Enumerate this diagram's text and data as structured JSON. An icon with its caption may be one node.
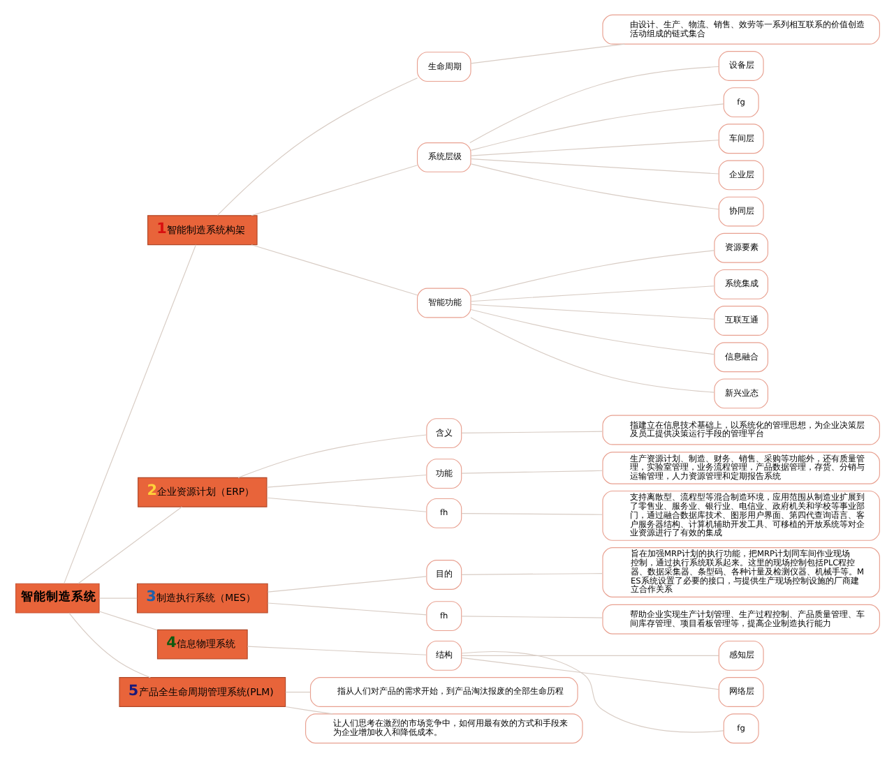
{
  "diagram": {
    "nodes": [
      {
        "text": [
          "智能制造系统"
        ]
      },
      {
        "text": [
          "1",
          "智能制造系统构架"
        ]
      },
      {
        "text": [
          "生命周期"
        ]
      },
      {
        "text": [
          "由设计、生产、物流、销售、效劳等一系列相互联系的价值创造活动组成的链式集合"
        ]
      },
      {
        "text": [
          "系统层级"
        ]
      },
      {
        "text": [
          "设备层"
        ]
      },
      {
        "text": [
          "fg"
        ]
      },
      {
        "text": [
          "车间层"
        ]
      },
      {
        "text": [
          "企业层"
        ]
      },
      {
        "text": [
          "协同层"
        ]
      },
      {
        "text": [
          "智能功能"
        ]
      },
      {
        "text": [
          "资源要素"
        ]
      },
      {
        "text": [
          "系统集成"
        ]
      },
      {
        "text": [
          "互联互通"
        ]
      },
      {
        "text": [
          "信息融合"
        ]
      },
      {
        "text": [
          "新兴业态"
        ]
      },
      {
        "text": [
          "2",
          "企业资源计划（ERP）"
        ]
      },
      {
        "text": [
          "含义"
        ]
      },
      {
        "text": [
          "指建立在信息技术基础上，以系统化的管理思想，为企业决策层及员工提供决策运行手段的管理平台"
        ]
      },
      {
        "text": [
          "功能"
        ]
      },
      {
        "text": [
          "生产资源计划、制造、财务、销售、采购等功能外，还有质量管理，实验室管理，业务流程管理，产品数据管理，存货、分销与运输管理，人力资源管理和定期报告系统"
        ]
      },
      {
        "text": [
          "fh"
        ]
      },
      {
        "text": [
          "支持离散型、流程型等混合制造环境，应用范围从制造业扩展到了零售业、服务业、银行业、电信业、政府机关和学校等事业部门，通过融合数据库技术、图形用户界面、第四代查询语言、客户服务器结构、计算机辅助开发工具、可移植的开放系统等对企业资源进行了有效的集成"
        ]
      },
      {
        "text": [
          "3",
          "制造执行系统（MES）"
        ]
      },
      {
        "text": [
          "目的"
        ]
      },
      {
        "text": [
          "旨在加强MRP计划的执行功能，把MRP计划同车间作业现场控制，通过执行系统联系起来。这里的现场控制包括PLC程控器、数据采集器、条型码、各种计量及检测仪器、机械手等。MES系统设置了必要的接口，与提供生产现场控制设施的厂商建立合作关系"
        ]
      },
      {
        "text": [
          "fh"
        ]
      },
      {
        "text": [
          "帮助企业实现生产计划管理、生产过程控制、产品质量管理、车间库存管理、项目看板管理等，提高企业制造执行能力"
        ]
      },
      {
        "text": [
          "4",
          "信息物理系统"
        ]
      },
      {
        "text": [
          "结构"
        ]
      },
      {
        "text": [
          "感知层"
        ]
      },
      {
        "text": [
          "网络层"
        ]
      },
      {
        "text": [
          "fg"
        ]
      },
      {
        "text": [
          "5",
          "产品全生命周期管理系统(PLM)"
        ]
      },
      {
        "text": [
          "指从人们对产品的需求开始，到产品淘汰报废的全部生命历程"
        ]
      },
      {
        "text": [
          "让人们思考在激烈的市场竞争中，如何用最有效的方式和手段来为企业增加收入和降低成本。"
        ]
      }
    ],
    "edges": [
      {
        "from": 0,
        "to": 1,
        "arrow": "none"
      },
      {
        "from": 1,
        "to": 2,
        "arrow": "none"
      },
      {
        "from": 2,
        "to": 3,
        "arrow": "none"
      },
      {
        "from": 1,
        "to": 4,
        "arrow": "none"
      },
      {
        "from": 4,
        "to": 5,
        "arrow": "none"
      },
      {
        "from": 4,
        "to": 6,
        "arrow": "none"
      },
      {
        "from": 4,
        "to": 7,
        "arrow": "none"
      },
      {
        "from": 4,
        "to": 8,
        "arrow": "none"
      },
      {
        "from": 4,
        "to": 9,
        "arrow": "none"
      },
      {
        "from": 1,
        "to": 10,
        "arrow": "none"
      },
      {
        "from": 10,
        "to": 11,
        "arrow": "none"
      },
      {
        "from": 10,
        "to": 12,
        "arrow": "none"
      },
      {
        "from": 10,
        "to": 13,
        "arrow": "none"
      },
      {
        "from": 10,
        "to": 14,
        "arrow": "none"
      },
      {
        "from": 10,
        "to": 15,
        "arrow": "none"
      },
      {
        "from": 0,
        "to": 16,
        "arrow": "none"
      },
      {
        "from": 16,
        "to": 17,
        "arrow": "none"
      },
      {
        "from": 17,
        "to": 18,
        "arrow": "none"
      },
      {
        "from": 16,
        "to": 19,
        "arrow": "none"
      },
      {
        "from": 19,
        "to": 20,
        "arrow": "none"
      },
      {
        "from": 16,
        "to": 21,
        "arrow": "none"
      },
      {
        "from": 21,
        "to": 22,
        "arrow": "none"
      },
      {
        "from": 0,
        "to": 23,
        "arrow": "none"
      },
      {
        "from": 23,
        "to": 24,
        "arrow": "none"
      },
      {
        "from": 24,
        "to": 25,
        "arrow": "none"
      },
      {
        "from": 23,
        "to": 26,
        "arrow": "none"
      },
      {
        "from": 26,
        "to": 27,
        "arrow": "none"
      },
      {
        "from": 0,
        "to": 28,
        "arrow": "none"
      },
      {
        "from": 28,
        "to": 29,
        "arrow": "none"
      },
      {
        "from": 29,
        "to": 30,
        "arrow": "none"
      },
      {
        "from": 29,
        "to": 31,
        "arrow": "none"
      },
      {
        "from": 29,
        "to": 32,
        "arrow": "none"
      },
      {
        "from": 0,
        "to": 33,
        "arrow": "none"
      },
      {
        "from": 33,
        "to": 34,
        "arrow": "none"
      },
      {
        "from": 33,
        "to": 35,
        "arrow": "none"
      }
    ]
  }
}
